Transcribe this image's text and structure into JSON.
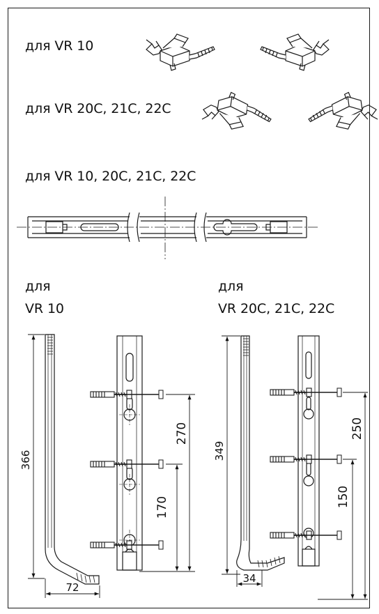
{
  "labels": {
    "vr10": "для VR 10",
    "vr20": "для VR 20C, 21C, 22C",
    "rail": "для VR 10, 20C, 21C, 22C",
    "left_line1": "для",
    "left_line2": "VR 10",
    "right_line1": "для",
    "right_line2": "VR 20C, 21C, 22C"
  },
  "dimensions": {
    "left_height": "366",
    "left_upper": "270",
    "left_lower": "170",
    "left_width": "72",
    "right_height": "349",
    "right_upper": "250",
    "right_lower": "150",
    "right_width": "34"
  }
}
